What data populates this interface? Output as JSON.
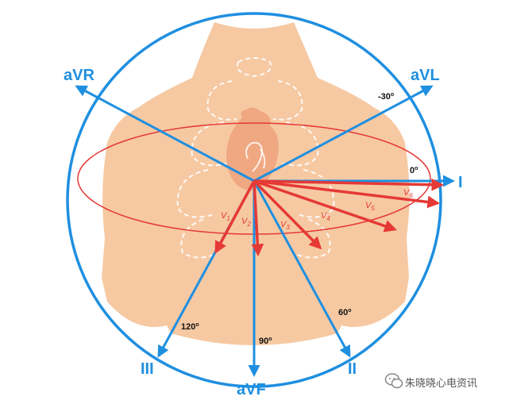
{
  "colors": {
    "axis_blue": "#1f8fe0",
    "chest_red": "#e53935",
    "skin": "#f6c9a3",
    "heart": "#f0a882",
    "text_dark": "#111111"
  },
  "limb_leads": {
    "avr": "aVR",
    "avl": "aVL",
    "i": "I",
    "ii": "II",
    "iii": "III",
    "avf": "aVF"
  },
  "angles": {
    "neg30": "-30",
    "zero": "0",
    "sixty": "60",
    "ninety": "90",
    "one_twenty": "120",
    "degree_mark": "o"
  },
  "chest_leads": {
    "v1": "V1",
    "v2": "V2",
    "v3": "V3",
    "v4": "V4",
    "v5": "V5",
    "v6": "V6"
  },
  "watermark": {
    "text": "朱晓晓心电资讯",
    "icon": "wechat-icon"
  }
}
